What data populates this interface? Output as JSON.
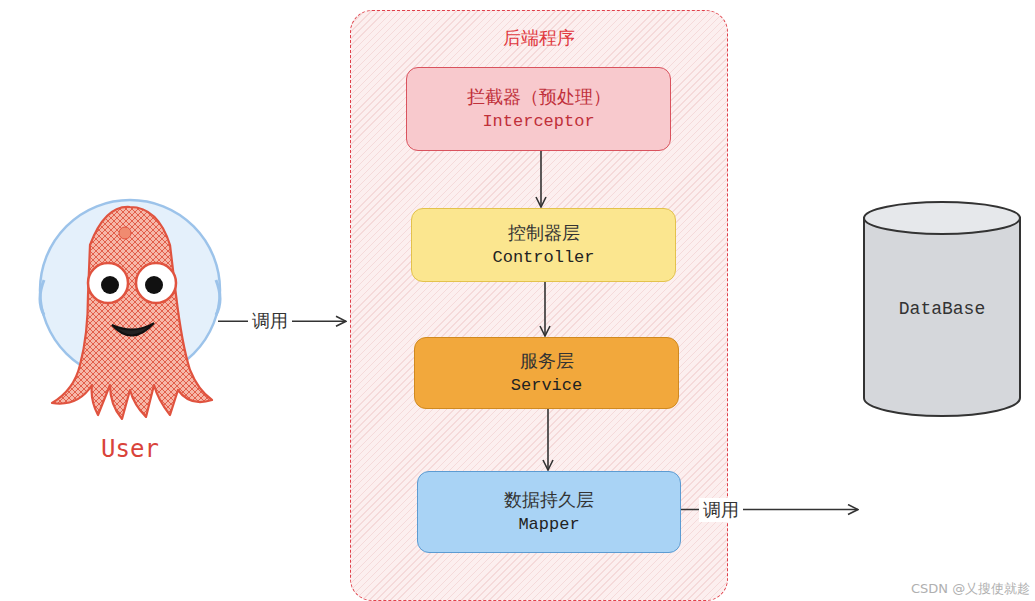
{
  "diagram": {
    "nodes": [
      {
        "text": [
          "后端程序"
        ]
      },
      {
        "text": [
          "拦截器（预处理）",
          "Interceptor"
        ],
        "in": 0
      },
      {
        "text": [
          "控制器层",
          "Controller"
        ],
        "in": 0
      },
      {
        "text": [
          "服务层",
          "Service"
        ],
        "in": 0
      },
      {
        "text": [
          "数据持久层",
          "Mapper"
        ],
        "in": 0
      },
      {
        "text": [
          "User"
        ]
      },
      {
        "text": [
          "DataBase"
        ]
      }
    ],
    "edges": [
      {
        "from": 5,
        "to": 0,
        "label": "调用",
        "arrow": "to"
      },
      {
        "from": 1,
        "to": 2,
        "arrow": "to"
      },
      {
        "from": 2,
        "to": 3,
        "arrow": "to"
      },
      {
        "from": 3,
        "to": 4,
        "arrow": "to"
      },
      {
        "from": 4,
        "to": 6,
        "label": "调用",
        "arrow": "to"
      }
    ],
    "labels": [
      "CSDN @乂搜使就趁"
    ]
  }
}
